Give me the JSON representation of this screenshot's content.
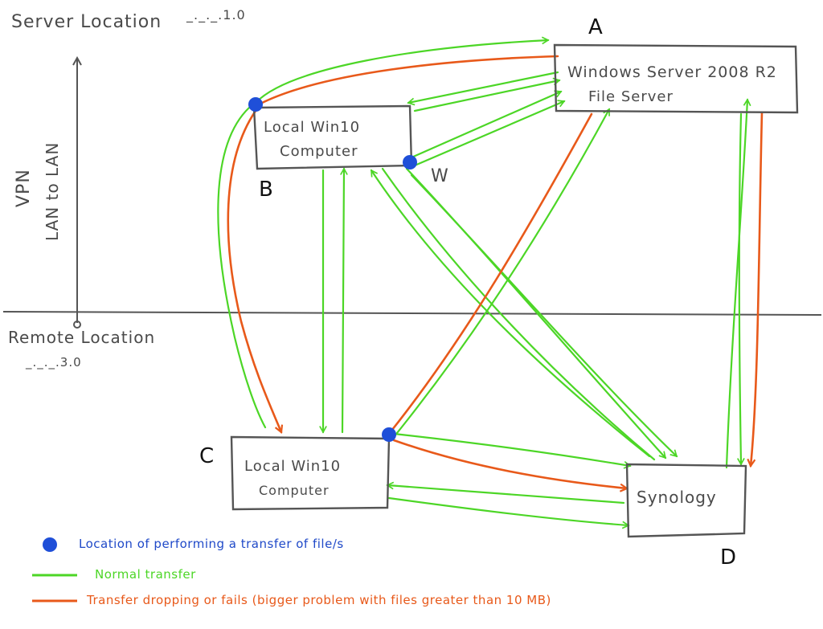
{
  "colors": {
    "normal": "#4cd626",
    "failing": "#e8591a",
    "location_dot": "#1f4fd8",
    "legend_blue_text": "#1f49c8",
    "ink": "#4a4a4a"
  },
  "zones": {
    "server_label": "Server Location",
    "server_ip": "_._._.1.0",
    "remote_label": "Remote Location",
    "remote_ip": "_._._.3.0",
    "vpn_label": "VPN",
    "vpn_sub": "LAN to LAN"
  },
  "nodes": {
    "a": {
      "letter": "A",
      "line1": "Windows Server 2008 R2",
      "line2": "File Server"
    },
    "b": {
      "letter": "B",
      "line1": "Local Win10",
      "line2": "Computer"
    },
    "c": {
      "letter": "C",
      "line1": "Local Win10",
      "line2": "Computer"
    },
    "d": {
      "letter": "D",
      "line1": "Synology",
      "line2": ""
    }
  },
  "extra_mark": "W",
  "legend": {
    "location": "Location of performing a transfer of file/s",
    "normal": "Normal transfer",
    "failing": "Transfer dropping or fails (bigger problem with files greater than 10 MB)"
  }
}
